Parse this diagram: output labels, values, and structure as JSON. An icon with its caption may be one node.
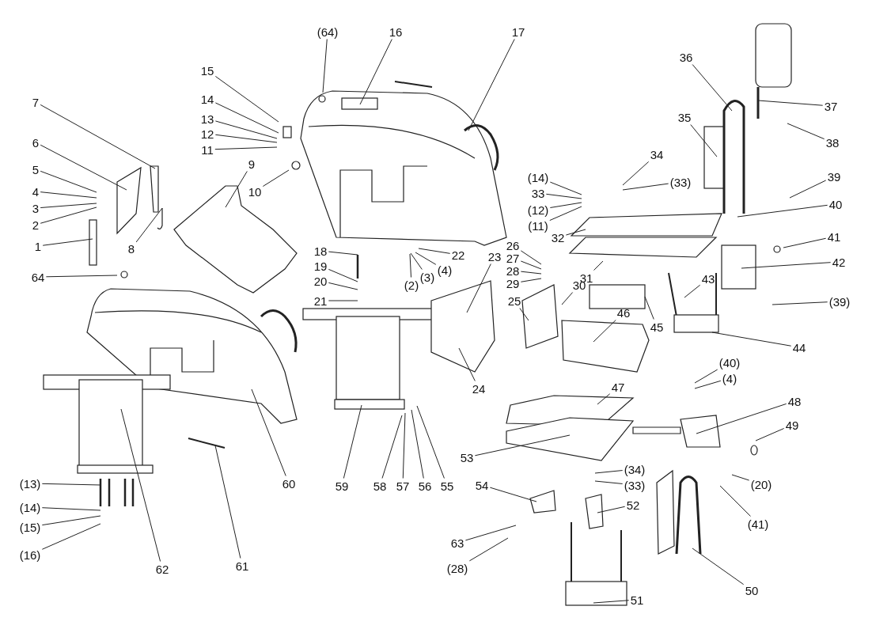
{
  "diagram": {
    "nodes": [
      {
        "text": [
          "1"
        ]
      },
      {
        "text": [
          "2"
        ]
      },
      {
        "text": [
          "3"
        ]
      },
      {
        "text": [
          "4"
        ]
      },
      {
        "text": [
          "5"
        ]
      },
      {
        "text": [
          "6"
        ]
      },
      {
        "text": [
          "7"
        ]
      },
      {
        "text": [
          "8"
        ]
      },
      {
        "text": [
          "9"
        ]
      },
      {
        "text": [
          "10"
        ]
      },
      {
        "text": [
          "11"
        ]
      },
      {
        "text": [
          "12"
        ]
      },
      {
        "text": [
          "13"
        ]
      },
      {
        "text": [
          "14"
        ]
      },
      {
        "text": [
          "15"
        ]
      },
      {
        "text": [
          "16"
        ]
      },
      {
        "text": [
          "17"
        ]
      },
      {
        "text": [
          "18"
        ]
      },
      {
        "text": [
          "19"
        ]
      },
      {
        "text": [
          "20"
        ]
      },
      {
        "text": [
          "21"
        ]
      },
      {
        "text": [
          "22"
        ]
      },
      {
        "text": [
          "(4)"
        ]
      },
      {
        "text": [
          "(3)"
        ]
      },
      {
        "text": [
          "(2)"
        ]
      },
      {
        "text": [
          "23"
        ]
      },
      {
        "text": [
          "24"
        ]
      },
      {
        "text": [
          "25"
        ]
      },
      {
        "text": [
          "26"
        ]
      },
      {
        "text": [
          "27"
        ]
      },
      {
        "text": [
          "28"
        ]
      },
      {
        "text": [
          "29"
        ]
      },
      {
        "text": [
          "30"
        ]
      },
      {
        "text": [
          "(14)"
        ]
      },
      {
        "text": [
          "33"
        ]
      },
      {
        "text": [
          "(12)"
        ]
      },
      {
        "text": [
          "(11)"
        ]
      },
      {
        "text": [
          "31"
        ]
      },
      {
        "text": [
          "32"
        ]
      },
      {
        "text": [
          "34"
        ]
      },
      {
        "text": [
          "(33)"
        ]
      },
      {
        "text": [
          "35"
        ]
      },
      {
        "text": [
          "36"
        ]
      },
      {
        "text": [
          "37"
        ]
      },
      {
        "text": [
          "38"
        ]
      },
      {
        "text": [
          "39"
        ]
      },
      {
        "text": [
          "40"
        ]
      },
      {
        "text": [
          "41"
        ]
      },
      {
        "text": [
          "42"
        ]
      },
      {
        "text": [
          "43"
        ]
      },
      {
        "text": [
          "(39)"
        ]
      },
      {
        "text": [
          "44"
        ]
      },
      {
        "text": [
          "45"
        ]
      },
      {
        "text": [
          "46"
        ]
      },
      {
        "text": [
          "(40)"
        ]
      },
      {
        "text": [
          "(4)"
        ]
      },
      {
        "text": [
          "47"
        ]
      },
      {
        "text": [
          "48"
        ]
      },
      {
        "text": [
          "49"
        ]
      },
      {
        "text": [
          "53"
        ]
      },
      {
        "text": [
          "54"
        ]
      },
      {
        "text": [
          "52"
        ]
      },
      {
        "text": [
          "(34)"
        ]
      },
      {
        "text": [
          "(33)"
        ]
      },
      {
        "text": [
          "(20)"
        ]
      },
      {
        "text": [
          "(41)"
        ]
      },
      {
        "text": [
          "63"
        ]
      },
      {
        "text": [
          "(28)"
        ]
      },
      {
        "text": [
          "51"
        ]
      },
      {
        "text": [
          "50"
        ]
      },
      {
        "text": [
          "55"
        ]
      },
      {
        "text": [
          "56"
        ]
      },
      {
        "text": [
          "57"
        ]
      },
      {
        "text": [
          "58"
        ]
      },
      {
        "text": [
          "59"
        ]
      },
      {
        "text": [
          "60"
        ]
      },
      {
        "text": [
          "61"
        ]
      },
      {
        "text": [
          "62"
        ]
      },
      {
        "text": [
          "(13)"
        ]
      },
      {
        "text": [
          "(14)"
        ]
      },
      {
        "text": [
          "(15)"
        ]
      },
      {
        "text": [
          "(16)"
        ]
      },
      {
        "text": [
          "64"
        ]
      },
      {
        "text": [
          "(64)"
        ]
      }
    ],
    "edges": [
      {
        "from": 0,
        "to": null,
        "arrow": "none"
      },
      {
        "from": 1,
        "to": null,
        "arrow": "none"
      },
      {
        "from": 2,
        "to": null,
        "arrow": "none"
      },
      {
        "from": 3,
        "to": null,
        "arrow": "none"
      },
      {
        "from": 4,
        "to": null,
        "arrow": "none"
      },
      {
        "from": 5,
        "to": null,
        "arrow": "none"
      },
      {
        "from": 6,
        "to": null,
        "arrow": "none"
      },
      {
        "from": 7,
        "to": null,
        "arrow": "none"
      },
      {
        "from": 8,
        "to": null,
        "arrow": "none"
      },
      {
        "from": 9,
        "to": null,
        "arrow": "none"
      },
      {
        "from": 10,
        "to": null,
        "arrow": "none"
      },
      {
        "from": 11,
        "to": null,
        "arrow": "none"
      },
      {
        "from": 12,
        "to": null,
        "arrow": "none"
      },
      {
        "from": 13,
        "to": null,
        "arrow": "none"
      },
      {
        "from": 14,
        "to": null,
        "arrow": "none"
      },
      {
        "from": 15,
        "to": null,
        "arrow": "none"
      },
      {
        "from": 16,
        "to": null,
        "arrow": "none"
      },
      {
        "from": 17,
        "to": null,
        "arrow": "none"
      },
      {
        "from": 18,
        "to": null,
        "arrow": "none"
      },
      {
        "from": 19,
        "to": null,
        "arrow": "none"
      },
      {
        "from": 20,
        "to": null,
        "arrow": "none"
      },
      {
        "from": 21,
        "to": null,
        "arrow": "none"
      },
      {
        "from": 22,
        "to": null,
        "arrow": "none"
      },
      {
        "from": 23,
        "to": null,
        "arrow": "none"
      },
      {
        "from": 24,
        "to": null,
        "arrow": "none"
      },
      {
        "from": 25,
        "to": null,
        "arrow": "none"
      },
      {
        "from": 26,
        "to": null,
        "arrow": "none"
      },
      {
        "from": 27,
        "to": null,
        "arrow": "none"
      },
      {
        "from": 28,
        "to": null,
        "arrow": "none"
      },
      {
        "from": 29,
        "to": null,
        "arrow": "none"
      },
      {
        "from": 30,
        "to": null,
        "arrow": "none"
      },
      {
        "from": 31,
        "to": null,
        "arrow": "none"
      },
      {
        "from": 32,
        "to": null,
        "arrow": "none"
      },
      {
        "from": 33,
        "to": null,
        "arrow": "none"
      },
      {
        "from": 34,
        "to": null,
        "arrow": "none"
      },
      {
        "from": 35,
        "to": null,
        "arrow": "none"
      },
      {
        "from": 36,
        "to": null,
        "arrow": "none"
      },
      {
        "from": 37,
        "to": null,
        "arrow": "none"
      },
      {
        "from": 38,
        "to": null,
        "arrow": "none"
      },
      {
        "from": 39,
        "to": null,
        "arrow": "none"
      },
      {
        "from": 40,
        "to": null,
        "arrow": "none"
      },
      {
        "from": 41,
        "to": null,
        "arrow": "none"
      },
      {
        "from": 42,
        "to": null,
        "arrow": "none"
      },
      {
        "from": 43,
        "to": null,
        "arrow": "none"
      },
      {
        "from": 44,
        "to": null,
        "arrow": "none"
      },
      {
        "from": 45,
        "to": null,
        "arrow": "none"
      },
      {
        "from": 46,
        "to": null,
        "arrow": "none"
      },
      {
        "from": 47,
        "to": null,
        "arrow": "none"
      },
      {
        "from": 48,
        "to": null,
        "arrow": "none"
      },
      {
        "from": 49,
        "to": null,
        "arrow": "none"
      },
      {
        "from": 50,
        "to": null,
        "arrow": "none"
      },
      {
        "from": 51,
        "to": null,
        "arrow": "none"
      },
      {
        "from": 52,
        "to": null,
        "arrow": "none"
      },
      {
        "from": 53,
        "to": null,
        "arrow": "none"
      },
      {
        "from": 54,
        "to": null,
        "arrow": "none"
      },
      {
        "from": 55,
        "to": null,
        "arrow": "none"
      },
      {
        "from": 56,
        "to": null,
        "arrow": "none"
      },
      {
        "from": 57,
        "to": null,
        "arrow": "none"
      },
      {
        "from": 58,
        "to": null,
        "arrow": "none"
      },
      {
        "from": 59,
        "to": null,
        "arrow": "none"
      },
      {
        "from": 60,
        "to": null,
        "arrow": "none"
      },
      {
        "from": 61,
        "to": null,
        "arrow": "none"
      },
      {
        "from": 62,
        "to": null,
        "arrow": "none"
      },
      {
        "from": 63,
        "to": null,
        "arrow": "none"
      },
      {
        "from": 64,
        "to": null,
        "arrow": "none"
      },
      {
        "from": 65,
        "to": null,
        "arrow": "none"
      },
      {
        "from": 66,
        "to": null,
        "arrow": "none"
      },
      {
        "from": 67,
        "to": null,
        "arrow": "none"
      },
      {
        "from": 68,
        "to": null,
        "arrow": "none"
      },
      {
        "from": 69,
        "to": null,
        "arrow": "none"
      },
      {
        "from": 70,
        "to": null,
        "arrow": "none"
      },
      {
        "from": 71,
        "to": null,
        "arrow": "none"
      },
      {
        "from": 72,
        "to": null,
        "arrow": "none"
      },
      {
        "from": 73,
        "to": null,
        "arrow": "none"
      },
      {
        "from": 74,
        "to": null,
        "arrow": "none"
      },
      {
        "from": 75,
        "to": null,
        "arrow": "none"
      },
      {
        "from": 76,
        "to": null,
        "arrow": "none"
      },
      {
        "from": 77,
        "to": null,
        "arrow": "none"
      },
      {
        "from": 78,
        "to": null,
        "arrow": "none"
      },
      {
        "from": 79,
        "to": null,
        "arrow": "none"
      },
      {
        "from": 80,
        "to": null,
        "arrow": "none"
      },
      {
        "from": 81,
        "to": null,
        "arrow": "none"
      },
      {
        "from": 82,
        "to": null,
        "arrow": "none"
      },
      {
        "from": 83,
        "to": null,
        "arrow": "none"
      }
    ]
  }
}
